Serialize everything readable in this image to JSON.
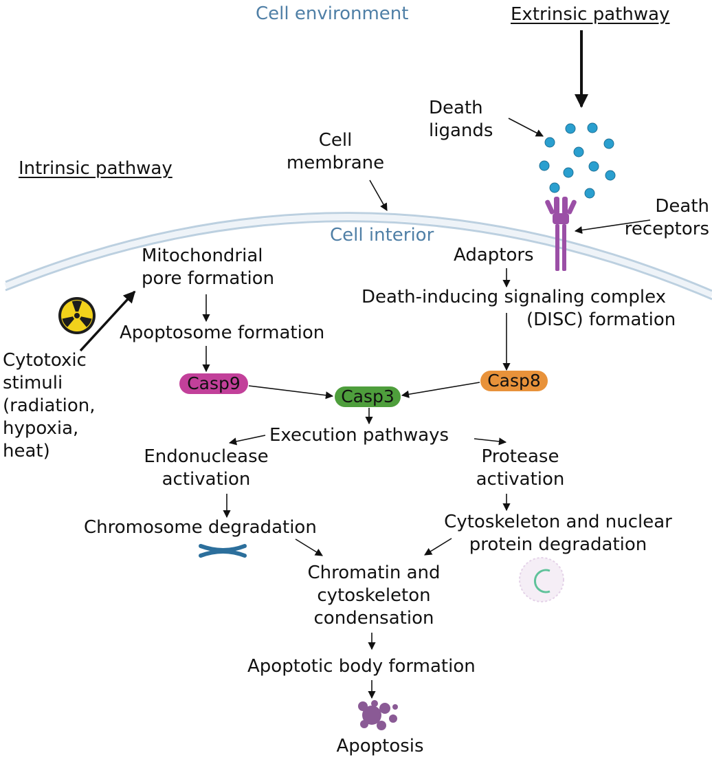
{
  "regions": {
    "environment": "Cell environment",
    "interior": "Cell interior"
  },
  "pathways": {
    "extrinsic": "Extrinsic pathway",
    "intrinsic": "Intrinsic pathway"
  },
  "labels": {
    "death_ligands": [
      "Death",
      "ligands"
    ],
    "cell_membrane": [
      "Cell",
      "membrane"
    ],
    "death_receptors": [
      "Death",
      "receptors"
    ],
    "mito_pore": [
      "Mitochondrial",
      "pore formation"
    ],
    "adaptors": "Adaptors",
    "disc": [
      "Death-inducing signaling complex",
      "(DISC) formation"
    ],
    "apoptosome": "Apoptosome formation",
    "cytotoxic": [
      "Cytotoxic",
      "stimuli",
      "(radiation,",
      "hypoxia,",
      "heat)"
    ],
    "execution": "Execution pathways",
    "endonuclease": [
      "Endonuclease",
      "activation"
    ],
    "protease": [
      "Protease",
      "activation"
    ],
    "chromosome_deg": "Chromosome degradation",
    "cytoskeleton_deg": [
      "Cytoskeleton and nuclear",
      "protein degradation"
    ],
    "condensation": [
      "Chromatin and",
      "cytoskeleton",
      "condensation"
    ],
    "apoptotic_body": "Apoptotic body formation",
    "apoptosis": "Apoptosis"
  },
  "caspases": {
    "casp9": {
      "label": "Casp9",
      "color": "#c2409a"
    },
    "casp3": {
      "label": "Casp3",
      "color": "#4e9e3c"
    },
    "casp8": {
      "label": "Casp8",
      "color": "#e8923a"
    }
  },
  "icons": {
    "radiation": "radiation-hazard-icon",
    "ligand": "death-ligand-dots",
    "receptor": "death-receptor-icon",
    "chromosome": "chromosome-icon",
    "cell": "degrading-cell-icon",
    "apoptotic_body": "apoptotic-body-icon"
  },
  "colors": {
    "region_text": "#4f7fa6",
    "ligand": "#2a9fcf",
    "receptor": "#9b4fa6",
    "membrane": "#c9d7e3"
  }
}
